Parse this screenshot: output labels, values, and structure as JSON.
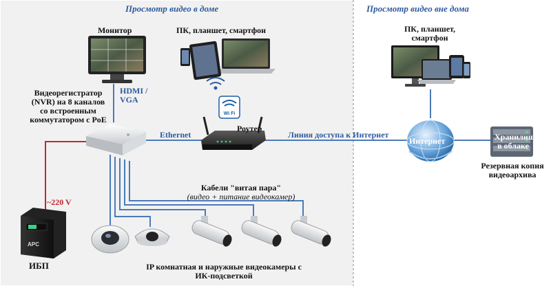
{
  "sections": {
    "home": "Просмотр видео в доме",
    "outside": "Просмотр видео вне дома"
  },
  "labels": {
    "monitor": "Монитор",
    "devices_home": "ПК, планшет, смартфон",
    "devices_out_1": "ПК, планшет,",
    "devices_out_2": "смартфон",
    "nvr_1": "Видеорегистратор",
    "nvr_2": "(NVR) на 8 каналов",
    "nvr_3": "со встроенным",
    "nvr_4": "коммутатором с PoE",
    "hdmi_1": "HDMI /",
    "hdmi_2": "VGA",
    "ethernet": "Ethernet",
    "router": "Роутер",
    "internet_line": "Линия доступа к Интернет",
    "internet": "Интернет",
    "cloud_1": "Хранилище",
    "cloud_2": "в облаке",
    "backup_1": "Резервная копия",
    "backup_2": "видеоархива",
    "voltage": "~220 V",
    "ups": "ИБП",
    "cables_1": "Кабели \"витая пара\"",
    "cables_2": "(видео + питание видеокамер)",
    "cameras_1": "IP комнатная и наружные видеокамеры с",
    "cameras_2": "ИК-подсветкой",
    "wifi": "Wi Fi",
    "ups_brand": "APC"
  },
  "colors": {
    "network": "#4a7ab8",
    "power": "#c0282d",
    "header": "#2c5aa0",
    "divider": "#888888"
  }
}
